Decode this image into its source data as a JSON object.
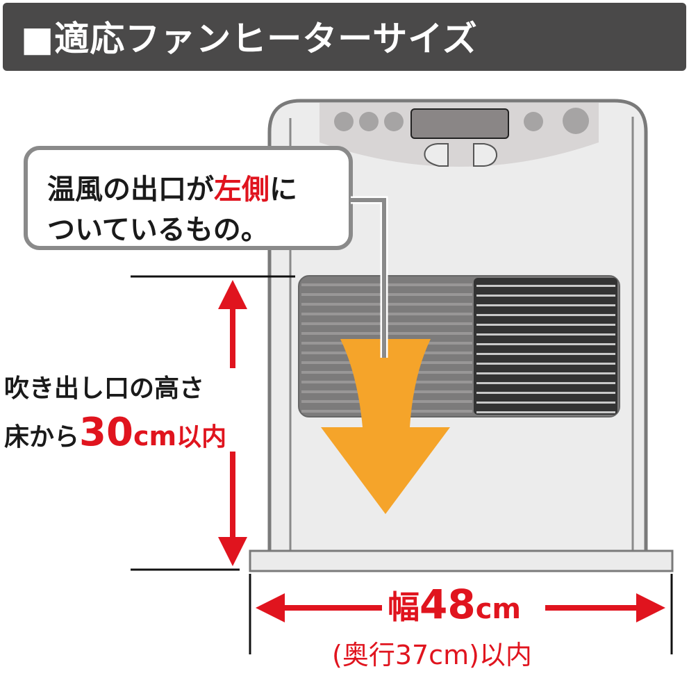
{
  "header": {
    "title": "■適応ファンヒーターサイズ"
  },
  "callout": {
    "line1_a": "温風の出口が",
    "line1_b": "左側",
    "line1_c": "に",
    "line2": "ついているもの。"
  },
  "height_label": {
    "line1": "吹き出し口の高さ",
    "prefix": "床から",
    "value": "30",
    "unit": "cm",
    "suffix": "以内"
  },
  "width_label": {
    "prefix": "幅",
    "value": "48",
    "unit": "cm",
    "depth": "(奥行37cm)以内"
  },
  "colors": {
    "accent_red": "#e0141e",
    "arrow_orange": "#f5a42a",
    "header_bg": "#4a4949"
  }
}
